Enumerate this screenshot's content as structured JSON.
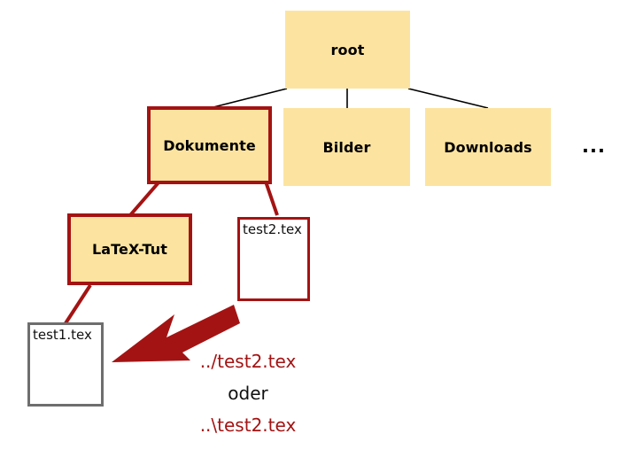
{
  "diagram": {
    "title_node": "root",
    "colors": {
      "folder_fill": "#fce4a0",
      "highlight_border": "#a41313",
      "file_fill": "#ffffff",
      "file_border_grey": "#6e6e6e",
      "edge_black": "#000000",
      "edge_red": "#a41313",
      "arrow": "#a41313"
    },
    "nodes": {
      "root": {
        "label": "root"
      },
      "dokumente": {
        "label": "Dokumente"
      },
      "bilder": {
        "label": "Bilder"
      },
      "downloads": {
        "label": "Downloads"
      },
      "ellipsis": {
        "label": "..."
      },
      "latex_tut": {
        "label": "LaTeX-Tut"
      },
      "test2": {
        "label": "test2.tex"
      },
      "test1": {
        "label": "test1.tex"
      }
    },
    "captions": {
      "relative_path_unix": "../test2.tex",
      "separator": "oder",
      "relative_path_windows": "..\\test2.tex"
    }
  }
}
